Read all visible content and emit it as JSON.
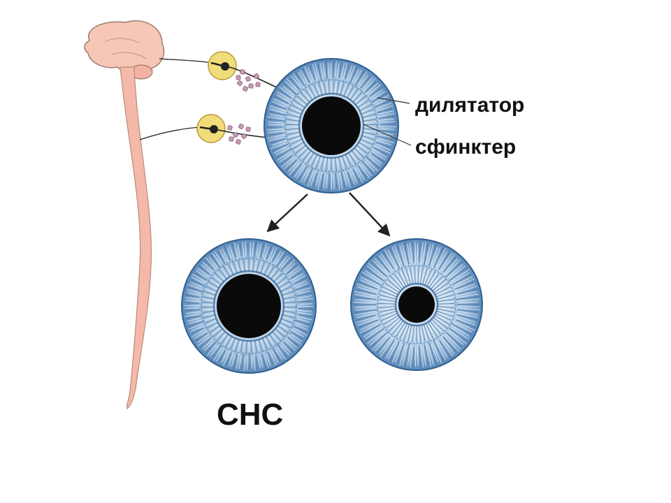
{
  "labels": {
    "dilator": "дилятатор",
    "sphincter": "сфинктер",
    "caption": "СНС"
  },
  "colors": {
    "iris_base": "#8fb3d6",
    "iris_light": "#c9dcee",
    "iris_dark": "#3f6e9e",
    "iris_rim": "#2f5f90",
    "pupil": "#0a0a0a",
    "cord": "#f4b9a8",
    "brain": "#f6c7b6",
    "ganglion": "#f1dc7a",
    "granules": "#c89ab5",
    "nerve": "#222222",
    "label_text": "#111111"
  },
  "icons": [
    "brain-icon",
    "spinal-cord-icon",
    "ganglion-icon",
    "iris-icon",
    "arrow-icon"
  ],
  "states": {
    "top": "baseline",
    "left": "dilated-pupil",
    "right": "constricted-pupil"
  }
}
